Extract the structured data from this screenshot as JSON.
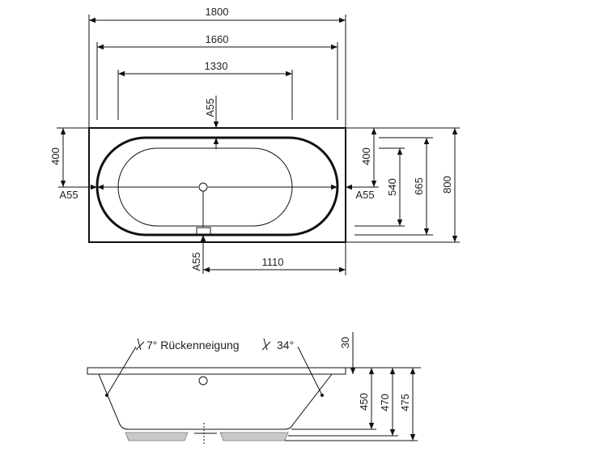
{
  "top_view": {
    "widths": {
      "overall": "1800",
      "middle": "1660",
      "inner": "1330",
      "drain_offset": "1110"
    },
    "heights": {
      "left_half": "400",
      "right_half": "400",
      "inner": "540",
      "middle": "665",
      "overall": "800"
    },
    "cut_labels": {
      "top": "A55",
      "left": "A55",
      "right": "A55",
      "bottom": "A55"
    }
  },
  "side_view": {
    "back_angle_label": "7° Rückenneigung",
    "second_angle_label": "34°",
    "rim_height": "30",
    "heights": {
      "inner": "450",
      "middle": "470",
      "overall": "475"
    }
  }
}
